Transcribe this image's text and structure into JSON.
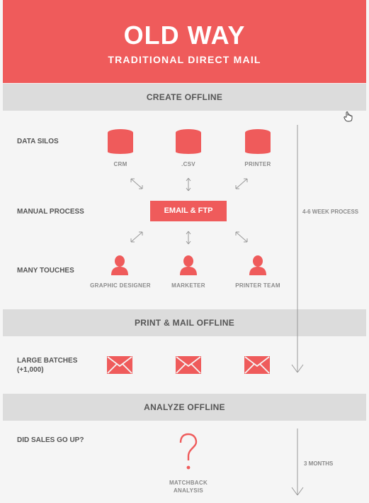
{
  "header": {
    "title": "OLD WAY",
    "subtitle": "TRADITIONAL DIRECT MAIL"
  },
  "sections": {
    "create": "CREATE OFFLINE",
    "print": "PRINT & MAIL OFFLINE",
    "analyze": "ANALYZE OFFLINE"
  },
  "rows": {
    "data_silos": "DATA SILOS",
    "manual_process": "MANUAL PROCESS",
    "many_touches": "MANY TOUCHES",
    "large_batches_1": "LARGE BATCHES",
    "large_batches_2": "(+1,000)",
    "did_sales": "DID SALES GO UP?"
  },
  "silos": [
    "CRM",
    ".CSV",
    "PRINTER"
  ],
  "center_box": "EMAIL & FTP",
  "people": [
    "GRAPHIC DESIGNER",
    "MARKETER",
    "PRINTER TEAM"
  ],
  "timeline": {
    "process": "4-6 WEEK PROCESS",
    "months": "3 MONTHS"
  },
  "matchback": {
    "line1": "MATCHBACK",
    "line2": "ANALYSIS"
  },
  "icons": {
    "silo": "database-icon",
    "person": "person-icon",
    "mail": "envelope-icon",
    "question": "question-mark-icon",
    "cursor": "hand-cursor-icon"
  },
  "colors": {
    "accent": "#ef5b5b",
    "band": "#dcdcdc",
    "text": "#555555",
    "muted": "#8a8a8a"
  }
}
